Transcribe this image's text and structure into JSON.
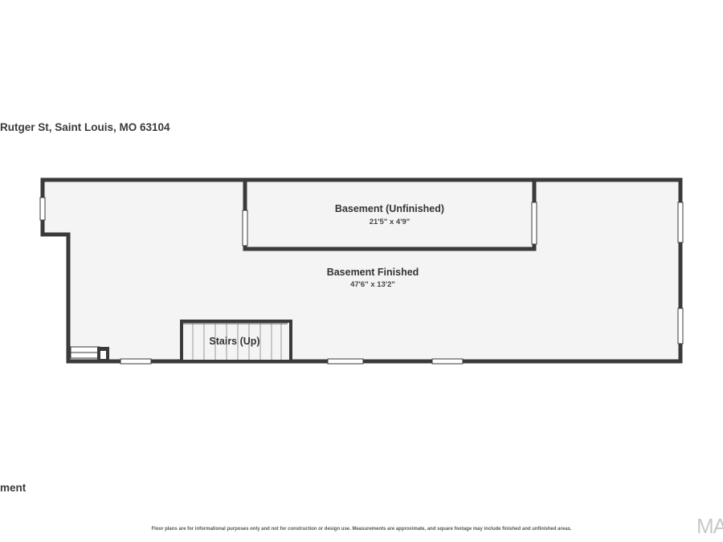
{
  "header": {
    "address": "Rutger St, Saint Louis, MO 63104"
  },
  "floor": {
    "label": "ment"
  },
  "rooms": [
    {
      "name": "Basement (Unfinished)",
      "dimensions": "21'5\" x 4'9\""
    },
    {
      "name": "Basement Finished",
      "dimensions": "47'6\" x 13'2\""
    },
    {
      "name": "Stairs (Up)"
    }
  ],
  "footer": {
    "disclaimer": "Floor plans are for informational purposes only and not for construction or design use. Measurements are approximate, and square footage may include finished and unfinished areas.",
    "brand": "MA"
  },
  "colors": {
    "wall": "#3a3a3a",
    "floor": "#f4f4f4",
    "window": "#ffffff"
  }
}
